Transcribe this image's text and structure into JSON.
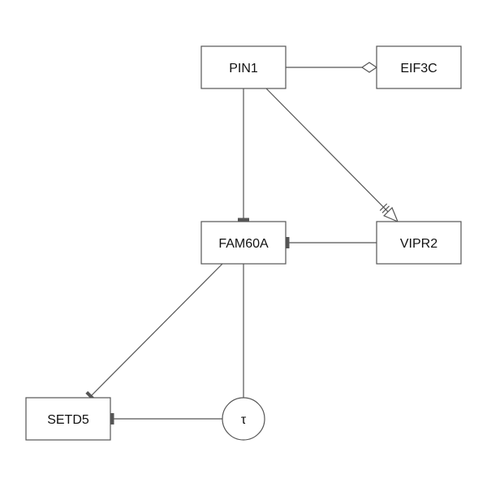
{
  "diagram": {
    "nodes": [
      {
        "id": "pin1",
        "label": "PIN1",
        "shape": "box"
      },
      {
        "id": "eif3c",
        "label": "EIF3C",
        "shape": "box"
      },
      {
        "id": "fam60a",
        "label": "FAM60A",
        "shape": "box"
      },
      {
        "id": "vipr2",
        "label": "VIPR2",
        "shape": "box"
      },
      {
        "id": "setd5",
        "label": "SETD5",
        "shape": "box"
      },
      {
        "id": "tau",
        "label": "τ",
        "shape": "circle"
      }
    ],
    "edges": [
      {
        "from": "pin1",
        "to": "eif3c",
        "arrowhead": "open-diamond"
      },
      {
        "from": "pin1",
        "to": "fam60a",
        "arrowhead": "tee"
      },
      {
        "from": "pin1",
        "to": "vipr2",
        "arrowhead": "open-triangle-with-bar"
      },
      {
        "from": "vipr2",
        "to": "fam60a",
        "arrowhead": "tee"
      },
      {
        "from": "fam60a",
        "to": "setd5",
        "arrowhead": "tee"
      },
      {
        "from": "fam60a",
        "to": "tau",
        "arrowhead": "none"
      },
      {
        "from": "tau",
        "to": "setd5",
        "arrowhead": "tee"
      }
    ],
    "colors": {
      "stroke": "#555555",
      "text": "#111111",
      "fill": "#ffffff",
      "tee": "#555555"
    }
  }
}
